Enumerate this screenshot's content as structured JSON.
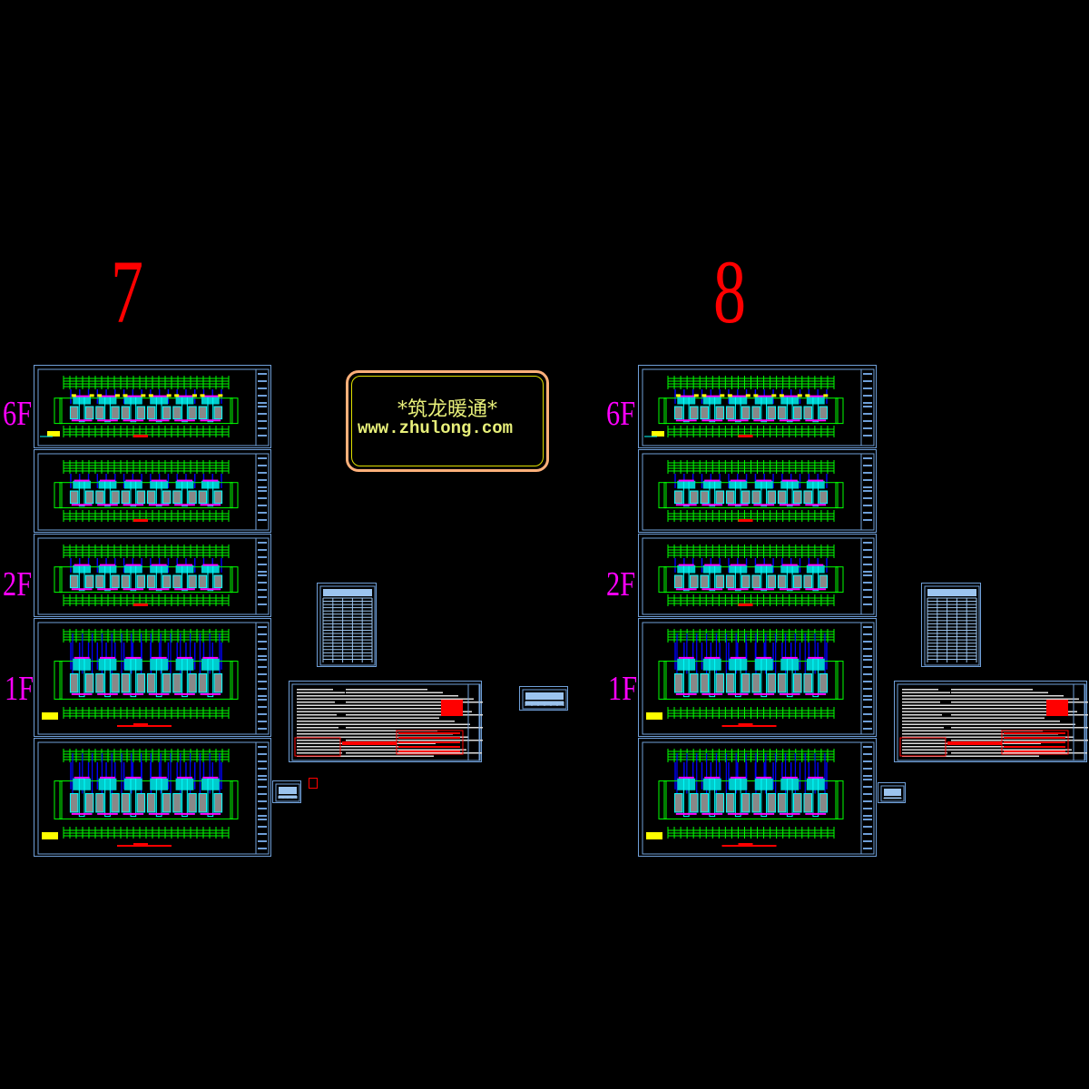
{
  "buildings": [
    {
      "number": "7",
      "floors": [
        "6F",
        "2F",
        "1F"
      ]
    },
    {
      "number": "8",
      "floors": [
        "6F",
        "2F",
        "1F"
      ]
    }
  ],
  "logo": {
    "title": "*筑龙暖通*",
    "url": "www.zhulong.com"
  },
  "colors": {
    "frame": "#6f9fd8",
    "grid": "#00ff00",
    "wall": "#00ffff",
    "pipe": "#0000ff",
    "accent": "#ff00ff",
    "note": "#ff0000",
    "dim": "#ffff00",
    "logo_border": "#ffb07a"
  }
}
